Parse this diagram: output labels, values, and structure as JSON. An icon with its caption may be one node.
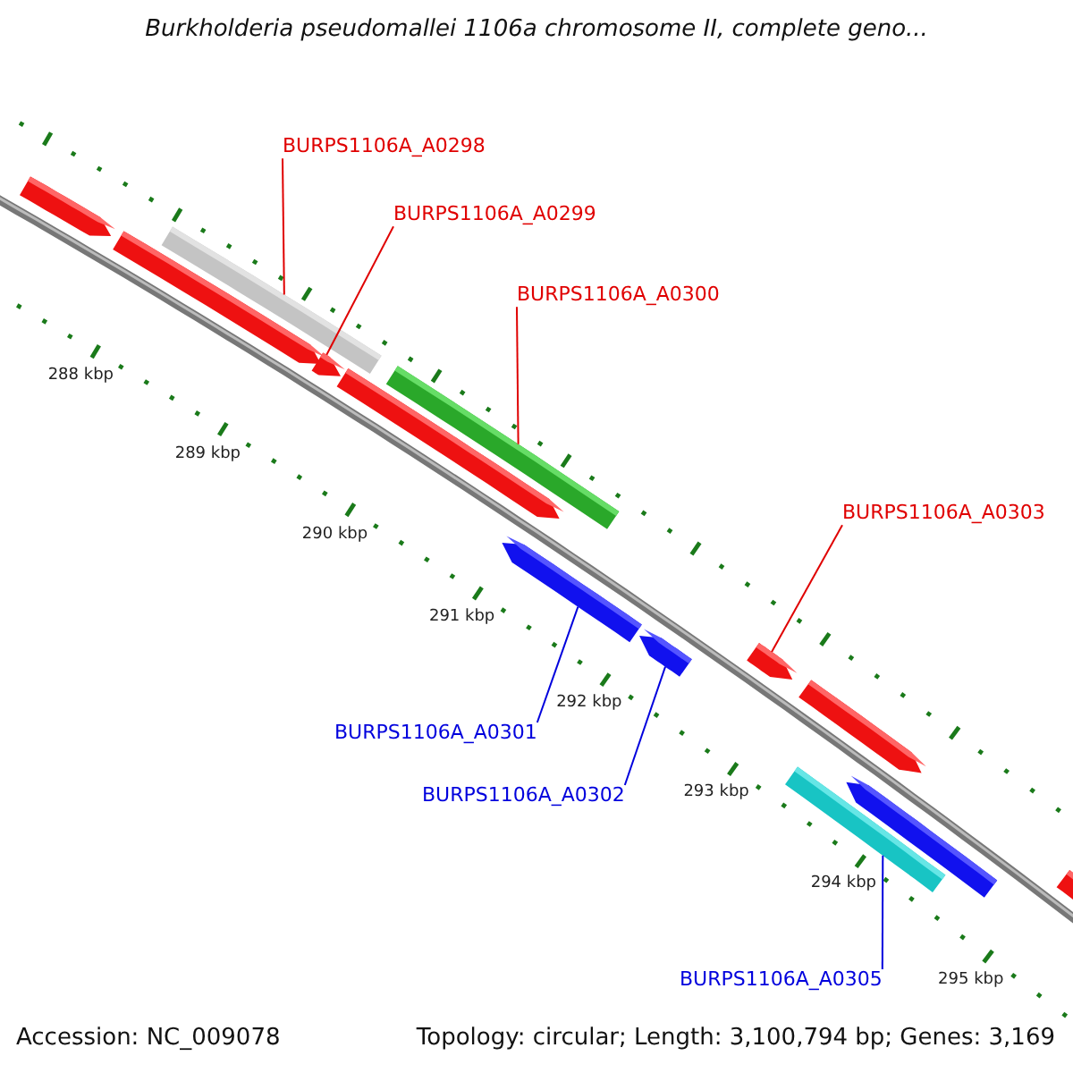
{
  "diagram": {
    "title": "Burkholderia pseudomallei 1106a chromosome II, complete geno...",
    "nodes": [
      {
        "text": [
          "BURPS1106A_A0298"
        ]
      },
      {
        "text": [
          "BURPS1106A_A0299"
        ]
      },
      {
        "text": [
          "BURPS1106A_A0300"
        ]
      },
      {
        "text": [
          "BURPS1106A_A0303"
        ]
      },
      {
        "text": [
          "BURPS1106A_A0301"
        ]
      },
      {
        "text": [
          "BURPS1106A_A0302"
        ]
      },
      {
        "text": [
          "BURPS1106A_A0305"
        ]
      },
      {
        "text": [],
        "shape": "arrow"
      },
      {
        "text": [],
        "shape": "arrow"
      },
      {
        "text": [],
        "shape": "bar"
      },
      {
        "text": [],
        "shape": "arrow"
      },
      {
        "text": [],
        "shape": "arrow"
      },
      {
        "text": [],
        "shape": "bar"
      },
      {
        "text": [],
        "shape": "arrow"
      },
      {
        "text": [],
        "shape": "arrow"
      },
      {
        "text": [],
        "shape": "arrow"
      },
      {
        "text": [],
        "shape": "arrow"
      },
      {
        "text": [],
        "shape": "bar"
      },
      {
        "text": [],
        "shape": "arrow"
      },
      {
        "text": [],
        "shape": "arrow"
      }
    ],
    "edges": [
      {
        "from": 0,
        "to": 9,
        "arrow": "none"
      },
      {
        "from": 1,
        "to": 10,
        "arrow": "none"
      },
      {
        "from": 2,
        "to": 12,
        "arrow": "none"
      },
      {
        "from": 3,
        "to": 15,
        "arrow": "none"
      },
      {
        "from": 4,
        "to": 13,
        "arrow": "none",
        "color": "#0000dd"
      },
      {
        "from": 5,
        "to": 14,
        "arrow": "none",
        "color": "#0000dd"
      },
      {
        "from": 6,
        "to": 17,
        "arrow": "none",
        "color": "#0000dd"
      }
    ],
    "labels": [
      "288 kbp",
      "289 kbp",
      "290 kbp",
      "291 kbp",
      "292 kbp",
      "293 kbp",
      "294 kbp",
      "295 kbp",
      "Accession: NC_009078",
      "Topology: circular; Length: 3,100,794 bp; Genes: 3,169"
    ]
  }
}
